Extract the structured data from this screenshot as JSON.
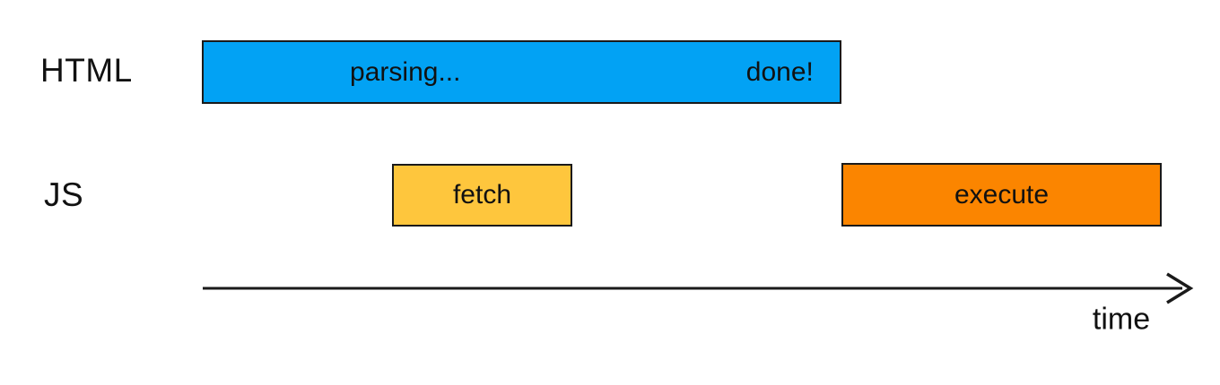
{
  "rows": {
    "html": {
      "label": "HTML"
    },
    "js": {
      "label": "JS"
    }
  },
  "bars": {
    "parsing": {
      "label": "parsing...",
      "done_label": "done!",
      "color": "#02A2F4"
    },
    "fetch": {
      "label": "fetch",
      "color": "#FEC63D"
    },
    "execute": {
      "label": "execute",
      "color": "#FB8500"
    }
  },
  "axis": {
    "label": "time",
    "icon": "arrow-right-icon"
  },
  "colors": {
    "background": "#ffffff",
    "text": "#111111",
    "border": "#1a1a1a"
  }
}
